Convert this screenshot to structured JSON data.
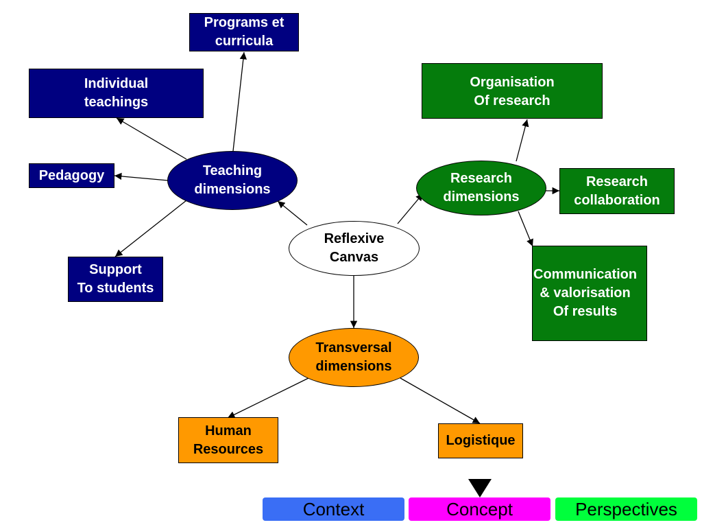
{
  "nodes": {
    "programs": "Programs et\ncurricula",
    "individual": "Individual\nteachings",
    "pedagogy": "Pedagogy",
    "support": "Support\nTo students",
    "teaching": "Teaching\ndimensions",
    "center": "Reflexive\nCanvas",
    "research": "Research\ndimensions",
    "organisation": "Organisation\nOf research",
    "collaboration": "Research\ncollaboration",
    "communication": "Communication\n& valorisation\nOf results",
    "transversal": "Transversal\ndimensions",
    "human": "Human\nResources",
    "logistique": "Logistique"
  },
  "nav": {
    "context": "Context",
    "concept": "Concept",
    "perspectives": "Perspectives",
    "active": "concept"
  },
  "colors": {
    "teaching": "#000080",
    "research": "#057c0c",
    "transversal": "#ff9900",
    "tab_context": "#3a6ef5",
    "tab_concept": "#ff00ff",
    "tab_perspectives": "#00ff3c"
  }
}
